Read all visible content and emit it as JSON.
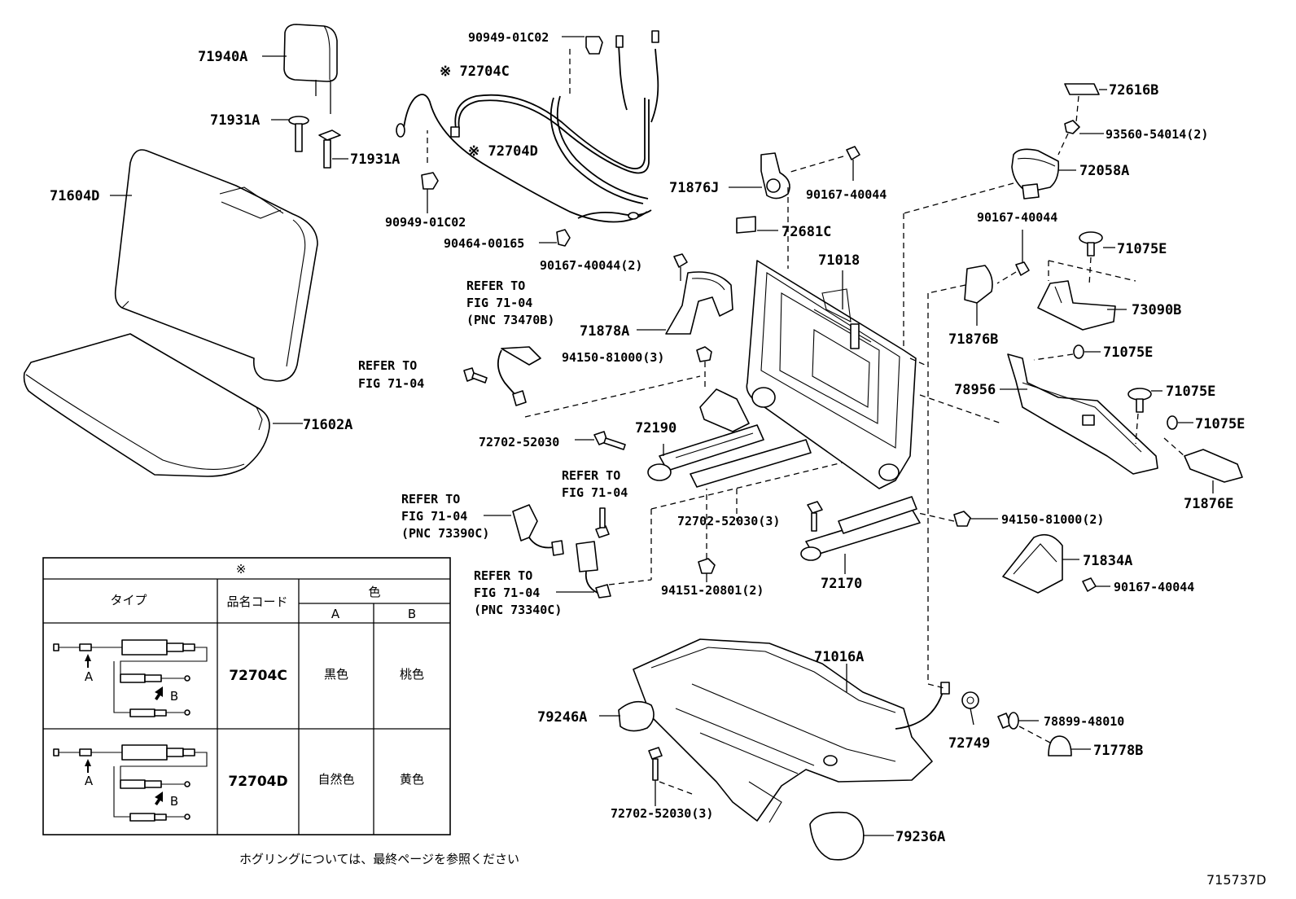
{
  "diagram_id": "715737D",
  "note_bottom": "ホグリングについては、最終ページを参照ください",
  "labels": {
    "p71940A": "71940A",
    "p71931A_1": "71931A",
    "p71931A_2": "71931A",
    "p71604D": "71604D",
    "p71602A": "71602A",
    "p90949_top": "90949-01C02",
    "p72704C": "※ 72704C",
    "p72704D": "※ 72704D",
    "p90949_bot": "90949-01C02",
    "p90464": "90464-00165",
    "p90167_2": "90167-40044(2)",
    "p71876J": "71876J",
    "p90167_a": "90167-40044",
    "p72681C": "72681C",
    "p71018": "71018",
    "p71878A": "71878A",
    "p94150_3": "94150-81000(3)",
    "p72190": "72190",
    "p72702_a": "72702-52030",
    "p72702_b": "72702-52030(3)",
    "p72170": "72170",
    "p94151": "94151-20801(2)",
    "p72616B": "72616B",
    "p93560": "93560-54014(2)",
    "p72058A": "72058A",
    "p90167_b": "90167-40044",
    "p71075E_1": "71075E",
    "p73090B": "73090B",
    "p71876B": "71876B",
    "p71075E_2": "71075E",
    "p78956": "78956",
    "p71075E_3": "71075E",
    "p71075E_4": "71075E",
    "p71876E": "71876E",
    "p94150_2": "94150-81000(2)",
    "p71834A": "71834A",
    "p90167_c": "90167-40044",
    "p71016A": "71016A",
    "p79246A": "79246A",
    "p72749": "72749",
    "p78899": "78899-48010",
    "p71778B": "71778B",
    "p72702_c": "72702-52030(3)",
    "p79236A": "79236A"
  },
  "refs": {
    "r1": [
      "REFER TO",
      "FIG 71-04",
      "(PNC 73470B)"
    ],
    "r2": [
      "REFER TO",
      "FIG 71-04"
    ],
    "r3": [
      "REFER TO",
      "FIG 71-04"
    ],
    "r4": [
      "REFER TO",
      "FIG 71-04",
      "(PNC 73390C)"
    ],
    "r5": [
      "REFER TO",
      "FIG 71-04",
      "(PNC 73340C)"
    ]
  },
  "table": {
    "title": "※",
    "headers": {
      "type": "タイプ",
      "code": "品名コード",
      "color": "色",
      "colA": "A",
      "colB": "B"
    },
    "rows": [
      {
        "code": "72704C",
        "colorA": "黒色",
        "colorB": "桃色",
        "markA": "A",
        "markB": "B"
      },
      {
        "code": "72704D",
        "colorA": "自然色",
        "colorB": "黄色",
        "markA": "A",
        "markB": "B"
      }
    ]
  }
}
